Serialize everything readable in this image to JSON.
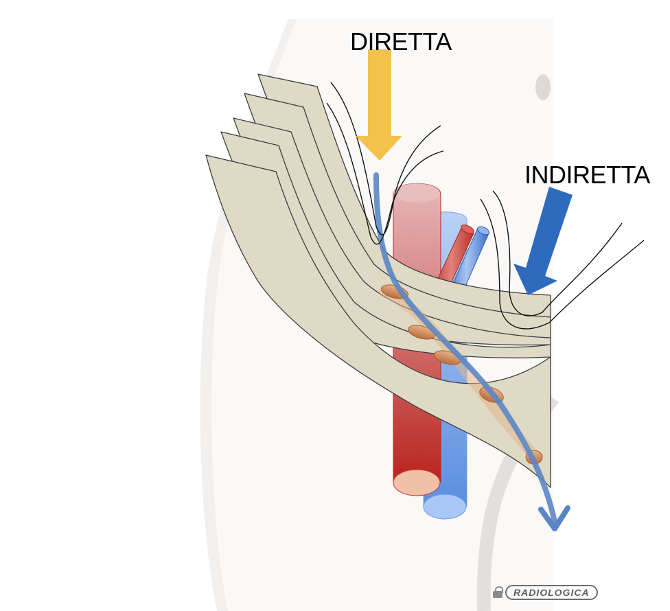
{
  "labels": {
    "direct": "DIRETTA",
    "indirect": "INDIRETTA"
  },
  "watermark": {
    "brand": "RADIOLOGICA"
  },
  "colors": {
    "direct_arrow": "#f2c24b",
    "indirect_arrow": "#2f6bbd",
    "path_arrow": "#5b86c4",
    "muscle_layer": "#dedac6",
    "artery": "#c9352c",
    "vein": "#6f9fe4",
    "cord": "#d99a66",
    "body": "#fbf9f7",
    "body_edge": "#d6d4d2"
  },
  "icons": [
    "lock-icon"
  ]
}
